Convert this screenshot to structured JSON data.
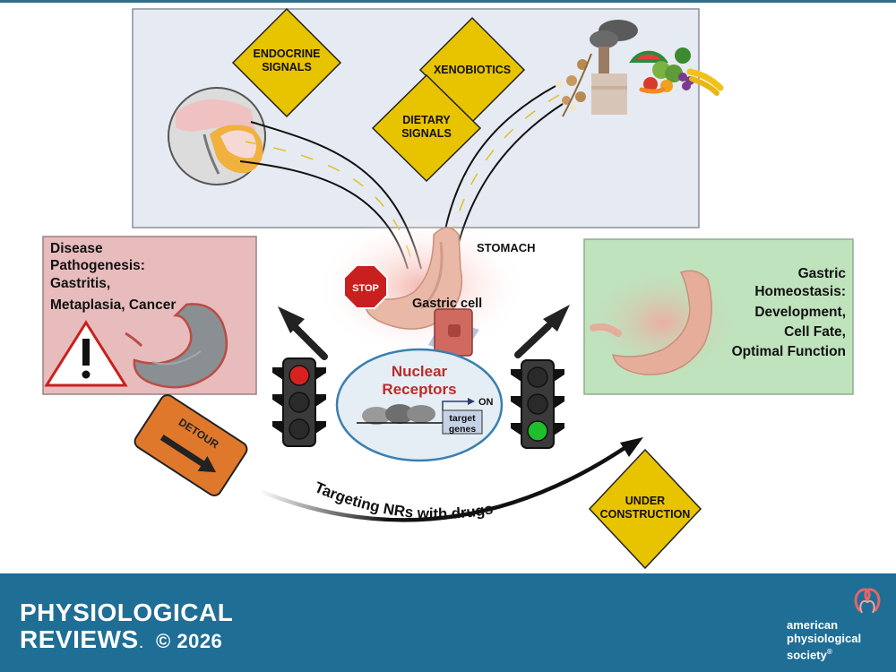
{
  "signs": {
    "endocrine": [
      "ENDOCRINE",
      "SIGNALS"
    ],
    "xenobiotics": [
      "XENOBIOTICS"
    ],
    "dietary": [
      "DIETARY",
      "SIGNALS"
    ],
    "under_construction": [
      "UNDER",
      "CONSTRUCTION"
    ],
    "stop": "STOP",
    "detour": "DETOUR"
  },
  "labels": {
    "stomach": "STOMACH",
    "gastric_cell": "Gastric cell",
    "nuclear_receptors": [
      "Nuclear",
      "Receptors"
    ],
    "on": "ON",
    "target_genes": [
      "target",
      "genes"
    ],
    "targeting": "Targeting NRs with drugs"
  },
  "disease": [
    "Disease",
    "Pathogenesis:",
    "Gastritis,",
    "Metaplasia, Cancer"
  ],
  "homeostasis": [
    "Gastric",
    "Homeostasis:",
    "Development,",
    "Cell Fate,",
    "Optimal Function"
  ],
  "footer": {
    "journal_line1": "PHYSIOLOGICAL",
    "journal_line2": "REVIEWS",
    "journal_dot": ".",
    "copyright": "© 2026",
    "society": [
      "american",
      "physiological",
      "society"
    ],
    "society_mark": "®"
  },
  "colors": {
    "sign_yellow": "#e8c300",
    "disease_bg": "#e8bcbd",
    "homeostasis_bg": "#bfe3bd",
    "top_panel_bg": "#e6eaf2",
    "footer_bg": "#1f6e96",
    "stop_red": "#c8201e",
    "detour_orange": "#e0782c",
    "nr_red": "#c02a2a"
  }
}
